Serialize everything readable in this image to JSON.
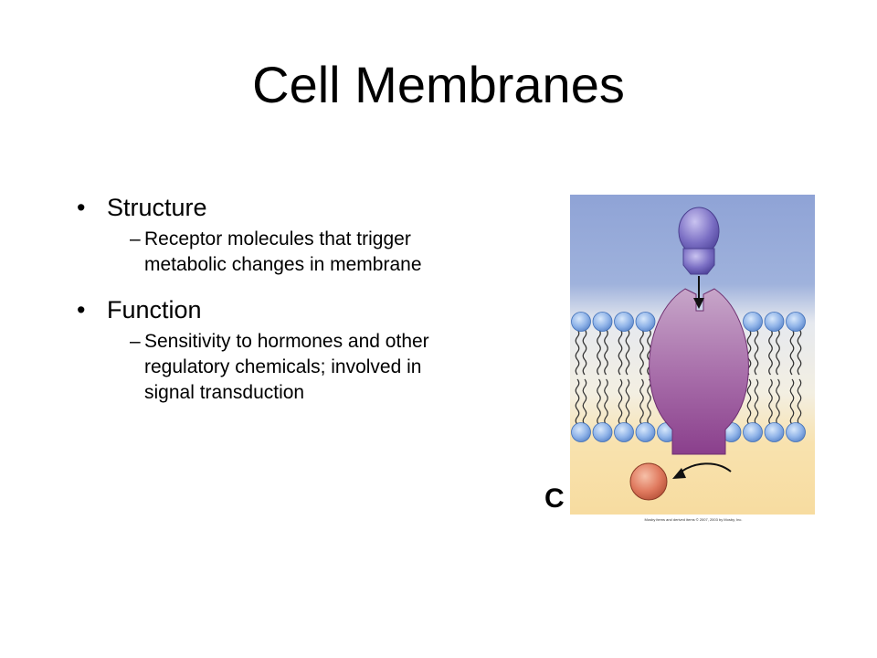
{
  "slide": {
    "title": "Cell Membranes",
    "bullets": [
      {
        "label": "Structure",
        "sub": "Receptor molecules that trigger metabolic changes in membrane"
      },
      {
        "label": "Function",
        "sub": "Sensitivity to hormones and other regulatory chemicals; involved in signal transduction"
      }
    ],
    "bullet_marker": "•",
    "sub_marker": "–"
  },
  "figure": {
    "panel_letter": "C",
    "copyright": "Mosby items and derived items © 2007, 2003 by Mosby, Inc.",
    "colors": {
      "extracellular": "#8fa3d6",
      "intracellular": "#f7dca0",
      "phospholipid_head": "#8fb3e8",
      "receptor": "#9a5a9e",
      "signal_molecule": "#7b6fc4",
      "product": "#e07a5f"
    }
  }
}
